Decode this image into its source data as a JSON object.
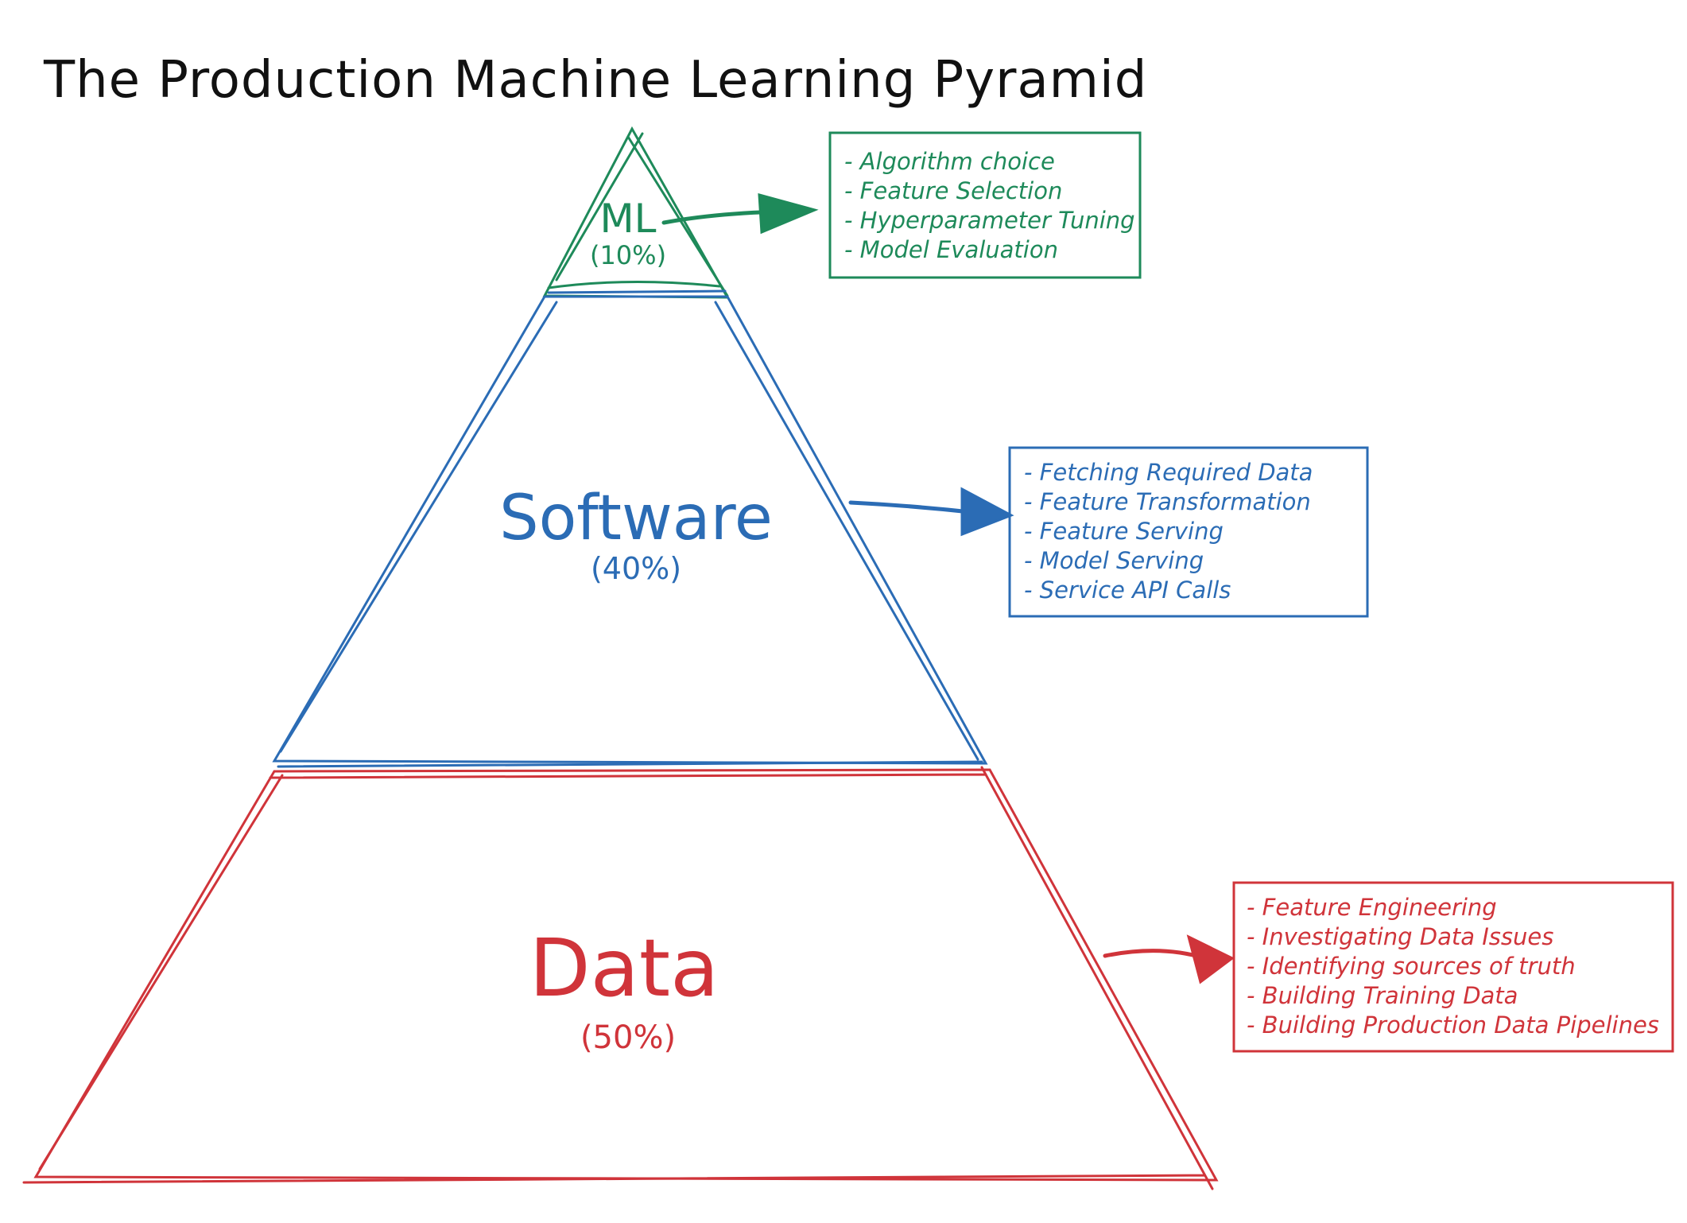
{
  "title": "The Production Machine Learning Pyramid",
  "colors": {
    "ml": "#1e8a5a",
    "software": "#2b6cb5",
    "data": "#d0343a",
    "title": "#111111"
  },
  "tiers": {
    "ml": {
      "label": "ML",
      "percent": "(10%)",
      "items": [
        "- Algorithm choice",
        "- Feature Selection",
        "- Hyperparameter Tuning",
        "- Model Evaluation"
      ]
    },
    "software": {
      "label": "Software",
      "percent": "(40%)",
      "items": [
        "- Fetching Required Data",
        "- Feature Transformation",
        "- Feature Serving",
        "- Model Serving",
        "- Service API Calls"
      ]
    },
    "data": {
      "label": "Data",
      "percent": "(50%)",
      "items": [
        "- Feature Engineering",
        "- Investigating Data Issues",
        "- Identifying sources of truth",
        "- Building Training Data",
        "- Building Production Data Pipelines"
      ]
    }
  }
}
